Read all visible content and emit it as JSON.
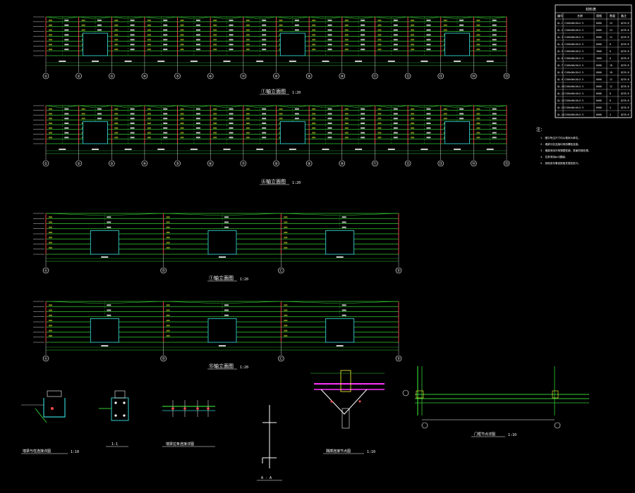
{
  "drawing": {
    "elevations": [
      {
        "id": "elev-1",
        "title": "①轴立面图",
        "scale": "1:20",
        "axis_labels": [
          "①",
          "②",
          "③",
          "④",
          "⑤",
          "⑥",
          "⑦",
          "⑧",
          "⑨",
          "⑩",
          "⑪",
          "⑫",
          "⑬",
          "⑭",
          "⑮"
        ],
        "door_bays": [
          1,
          7,
          12
        ]
      },
      {
        "id": "elev-2",
        "title": "Ⓐ轴立面图",
        "scale": "1:20",
        "axis_labels": [
          "①",
          "②",
          "③",
          "④",
          "⑤",
          "⑥",
          "⑦",
          "⑧",
          "⑨",
          "⑩",
          "⑪",
          "⑫",
          "⑬",
          "⑭",
          "⑮"
        ],
        "door_bays": [
          1,
          7,
          12
        ]
      },
      {
        "id": "elev-3",
        "title": "①轴立面图",
        "scale": "1:20",
        "axis_labels": [
          "Ⓐ",
          "Ⓑ",
          "Ⓒ",
          "Ⓓ"
        ],
        "door_bays": [
          0,
          1,
          2
        ]
      },
      {
        "id": "elev-4",
        "title": "⑮轴立面图",
        "scale": "1:20",
        "axis_labels": [
          "Ⓐ",
          "Ⓑ",
          "Ⓒ",
          "Ⓓ"
        ],
        "door_bays": [
          0,
          1,
          2
        ]
      }
    ],
    "material_table": {
      "title": "材料表",
      "headers": [
        "编号",
        "名称",
        "规格",
        "数量",
        "备注"
      ],
      "rows": [
        [
          "QL-1",
          "C160×60×20×2.5",
          "6000",
          "24",
          "Q235-B"
        ],
        [
          "QL-2",
          "C160×60×20×2.5",
          "6000",
          "24",
          "Q235-B"
        ],
        [
          "QL-3",
          "C160×60×20×2.5",
          "6000",
          "12",
          "Q235-B"
        ],
        [
          "QL-4",
          "C160×60×20×2.5",
          "6000",
          "8",
          "Q235-B"
        ],
        [
          "QL-5",
          "C160×60×20×2.5",
          "3000",
          "6",
          "Q235-B"
        ],
        [
          "QL-6",
          "C160×60×20×2.5",
          "3000",
          "6",
          "Q235-B"
        ],
        [
          "QL-7",
          "C160×60×20×2.5",
          "6000",
          "18",
          "Q235-B"
        ],
        [
          "QL-8",
          "C160×60×20×2.5",
          "6000",
          "18",
          "Q235-B"
        ],
        [
          "QL-9",
          "C160×60×20×2.5",
          "6000",
          "12",
          "Q235-B"
        ],
        [
          "QL-10",
          "C160×60×20×2.5",
          "6000",
          "12",
          "Q235-B"
        ],
        [
          "QL-11",
          "C160×60×20×2.5",
          "6000",
          "8",
          "Q235-B"
        ],
        [
          "QL-12",
          "C160×60×20×2.5",
          "6000",
          "8",
          "Q235-B"
        ],
        [
          "QL-13",
          "C160×60×20×2.5",
          "6000",
          "4",
          "Q235-B"
        ],
        [
          "QL-14",
          "C160×60×20×2.5",
          "6000",
          "4",
          "Q235-B"
        ]
      ]
    },
    "notes": {
      "heading": "注：",
      "items": [
        "1. 图中所注尺寸均以毫米为单位。",
        "2. 墙梁与柱连接均采用螺栓连接。",
        "3. 墙梁采用冷弯薄壁型钢，表面防锈处理。",
        "4. 拉条采用φ12圆钢。",
        "5. 其他未尽事宜按相关规范执行。"
      ]
    },
    "details": [
      {
        "id": "detail-1",
        "title": "墙梁与柱连接详图",
        "scale": "1:10"
      },
      {
        "id": "detail-2",
        "title": "1-1",
        "scale": ""
      },
      {
        "id": "detail-3",
        "title": "墙梁拉条连接详图",
        "scale": ""
      },
      {
        "id": "detail-4",
        "title": "A - A",
        "scale": ""
      },
      {
        "id": "detail-5",
        "title": "隅撑连接节点图",
        "scale": "1:10"
      },
      {
        "id": "detail-6",
        "title": "门框节点详图",
        "scale": "1:10"
      }
    ],
    "colors": {
      "frame": "#33cc33",
      "column": "#ff4d4d",
      "door": "#33cccc",
      "text": "#ffffff",
      "brace": "#ff33ff",
      "accent": "#ffff33"
    }
  }
}
